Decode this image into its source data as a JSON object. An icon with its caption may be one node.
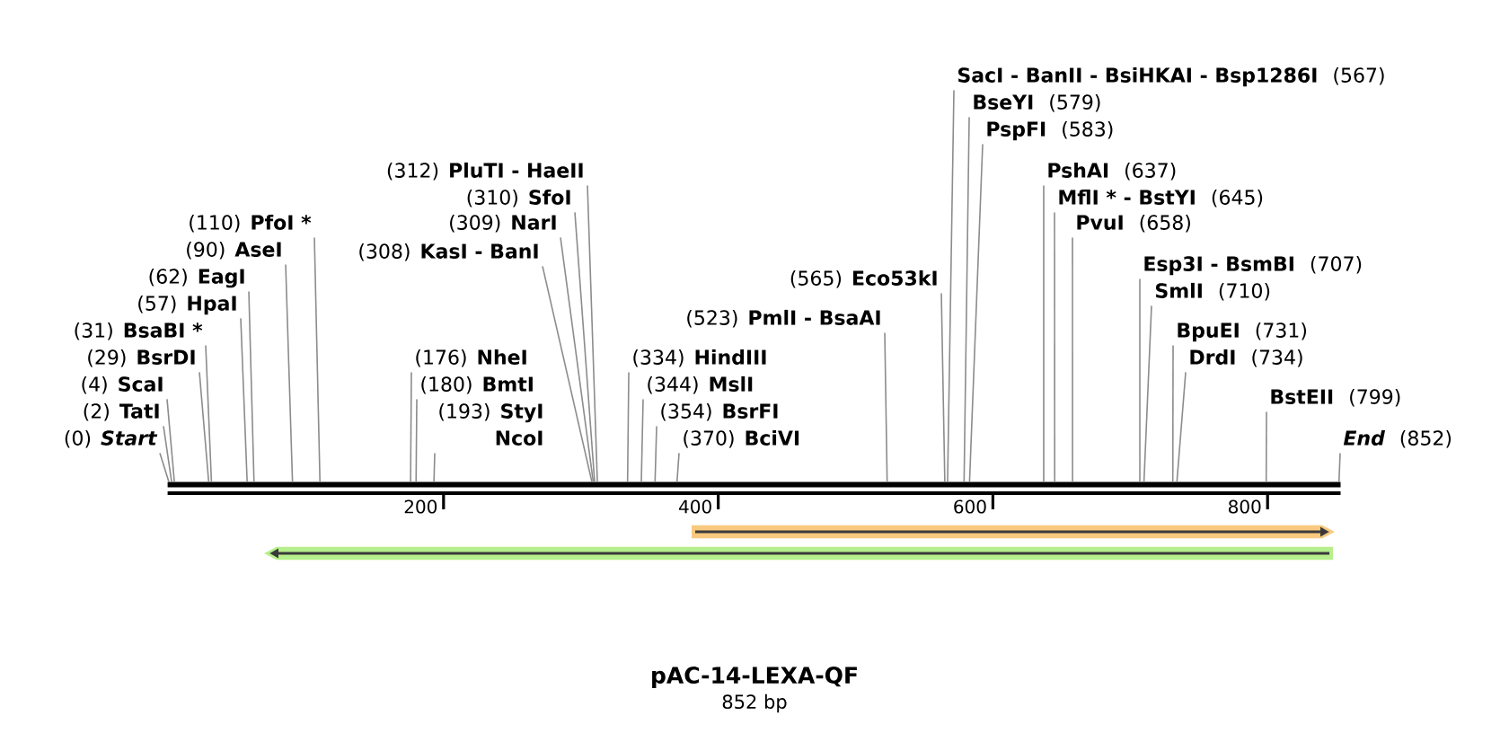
{
  "diagram": {
    "title": "pAC-14-LEXA-QF",
    "caption": "852 bp",
    "nodes": [
      {
        "text": [
          "(0)",
          "Start"
        ]
      },
      {
        "text": [
          "(2)",
          "TatI"
        ]
      },
      {
        "text": [
          "(4)",
          "ScaI"
        ]
      },
      {
        "text": [
          "(29)",
          "BsrDI"
        ]
      },
      {
        "text": [
          "(31)",
          "BsaBI *"
        ]
      },
      {
        "text": [
          "(57)",
          "HpaI"
        ]
      },
      {
        "text": [
          "(62)",
          "EagI"
        ]
      },
      {
        "text": [
          "(90)",
          "AseI"
        ]
      },
      {
        "text": [
          "(110)",
          "PfoI *"
        ]
      },
      {
        "text": [
          "(176)",
          "NheI"
        ]
      },
      {
        "text": [
          "(180)",
          "BmtI"
        ]
      },
      {
        "text": [
          "(193)",
          "StyI",
          "NcoI"
        ]
      },
      {
        "text": [
          "(308)",
          "KasI - BanI"
        ]
      },
      {
        "text": [
          "(309)",
          "NarI"
        ]
      },
      {
        "text": [
          "(310)",
          "SfoI"
        ]
      },
      {
        "text": [
          "(312)",
          "PluTI - HaeII"
        ]
      },
      {
        "text": [
          "(334)",
          "HindIII"
        ]
      },
      {
        "text": [
          "(344)",
          "MslI"
        ]
      },
      {
        "text": [
          "(354)",
          "BsrFI"
        ]
      },
      {
        "text": [
          "(370)",
          "BciVI"
        ]
      },
      {
        "text": [
          "(523)",
          "PmlI - BsaAI"
        ]
      },
      {
        "text": [
          "(565)",
          "Eco53kI"
        ]
      },
      {
        "text": [
          "SacI - BanII - BsiHKAI - Bsp1286I",
          "(567)"
        ]
      },
      {
        "text": [
          "BseYI",
          "(579)"
        ]
      },
      {
        "text": [
          "PspFI",
          "(583)"
        ]
      },
      {
        "text": [
          "PshAI",
          "(637)"
        ]
      },
      {
        "text": [
          "MflI * - BstYI",
          "(645)"
        ]
      },
      {
        "text": [
          "PvuI",
          "(658)"
        ]
      },
      {
        "text": [
          "Esp3I - BsmBI",
          "(707)"
        ]
      },
      {
        "text": [
          "SmlI",
          "(710)"
        ]
      },
      {
        "text": [
          "BpuEI",
          "(731)"
        ]
      },
      {
        "text": [
          "DrdI",
          "(734)"
        ]
      },
      {
        "text": [
          "BstEII",
          "(799)"
        ]
      },
      {
        "text": [
          "End",
          "(852)"
        ]
      },
      {
        "text": [],
        "shape": "bar"
      }
    ],
    "edges": [
      {
        "from": 0,
        "to": 34,
        "arrow": "none"
      },
      {
        "from": 1,
        "to": 34,
        "arrow": "none"
      },
      {
        "from": 2,
        "to": 34,
        "arrow": "none"
      },
      {
        "from": 3,
        "to": 34,
        "arrow": "none"
      },
      {
        "from": 4,
        "to": 34,
        "arrow": "none"
      },
      {
        "from": 5,
        "to": 34,
        "arrow": "none"
      },
      {
        "from": 6,
        "to": 34,
        "arrow": "none"
      },
      {
        "from": 7,
        "to": 34,
        "arrow": "none"
      },
      {
        "from": 8,
        "to": 34,
        "arrow": "none"
      },
      {
        "from": 9,
        "to": 34,
        "arrow": "none"
      },
      {
        "from": 10,
        "to": 34,
        "arrow": "none"
      },
      {
        "from": 11,
        "to": 34,
        "arrow": "none"
      },
      {
        "from": 12,
        "to": 34,
        "arrow": "none"
      },
      {
        "from": 13,
        "to": 34,
        "arrow": "none"
      },
      {
        "from": 14,
        "to": 34,
        "arrow": "none"
      },
      {
        "from": 15,
        "to": 34,
        "arrow": "none"
      },
      {
        "from": 16,
        "to": 34,
        "arrow": "none"
      },
      {
        "from": 17,
        "to": 34,
        "arrow": "none"
      },
      {
        "from": 18,
        "to": 34,
        "arrow": "none"
      },
      {
        "from": 19,
        "to": 34,
        "arrow": "none"
      },
      {
        "from": 20,
        "to": 34,
        "arrow": "none"
      },
      {
        "from": 21,
        "to": 34,
        "arrow": "none"
      },
      {
        "from": 22,
        "to": 34,
        "arrow": "none"
      },
      {
        "from": 23,
        "to": 34,
        "arrow": "none"
      },
      {
        "from": 24,
        "to": 34,
        "arrow": "none"
      },
      {
        "from": 25,
        "to": 34,
        "arrow": "none"
      },
      {
        "from": 26,
        "to": 34,
        "arrow": "none"
      },
      {
        "from": 27,
        "to": 34,
        "arrow": "none"
      },
      {
        "from": 28,
        "to": 34,
        "arrow": "none"
      },
      {
        "from": 29,
        "to": 34,
        "arrow": "none"
      },
      {
        "from": 30,
        "to": 34,
        "arrow": "none"
      },
      {
        "from": 31,
        "to": 34,
        "arrow": "none"
      },
      {
        "from": 32,
        "to": 34,
        "arrow": "none"
      },
      {
        "from": 33,
        "to": 34,
        "arrow": "none"
      }
    ],
    "labels": [
      "200",
      "400",
      "600",
      "800"
    ]
  }
}
